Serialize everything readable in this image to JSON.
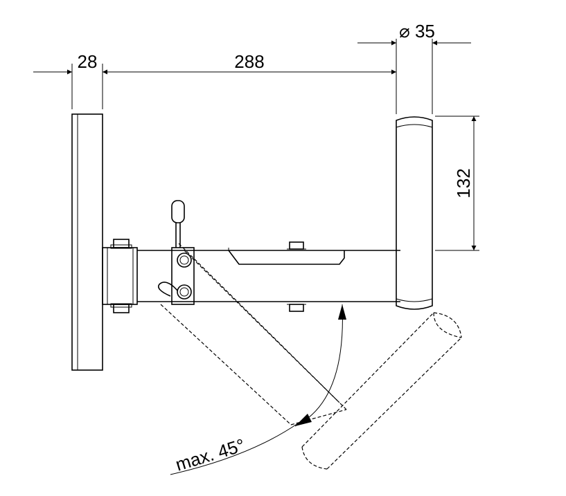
{
  "dimensions": {
    "plate_thickness": "28",
    "arm_length": "288",
    "tube_diameter": "⌀ 35",
    "tube_height": "132"
  },
  "rotation_label": "max. 45°",
  "colors": {
    "line": "#000000",
    "background": "#ffffff"
  }
}
